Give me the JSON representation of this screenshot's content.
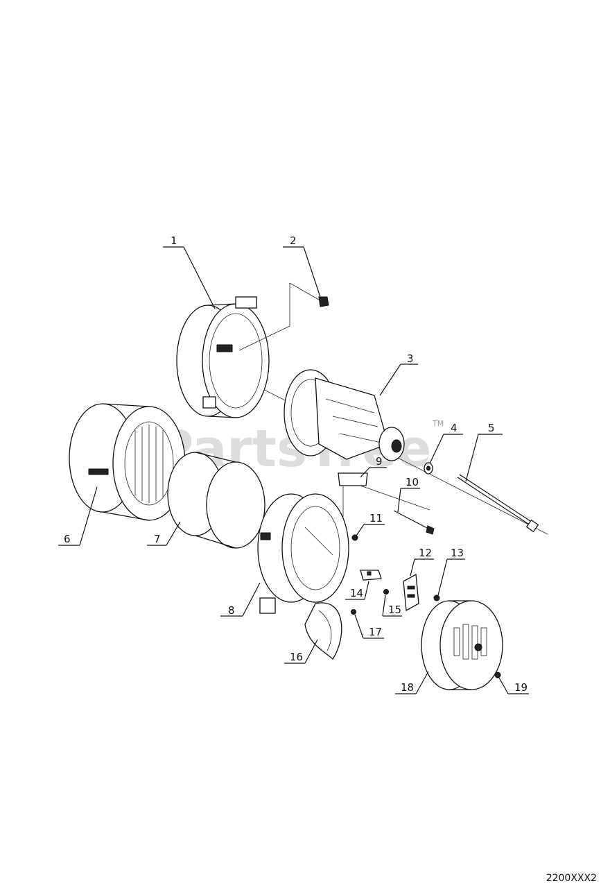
{
  "diagram": {
    "watermark": "PartsTree",
    "watermark_tm": "TM",
    "code": "2200XXX2",
    "callouts": [
      "1",
      "2",
      "3",
      "4",
      "5",
      "6",
      "7",
      "8",
      "9",
      "10",
      "11",
      "12",
      "13",
      "14",
      "15",
      "16",
      "17",
      "18",
      "19"
    ]
  }
}
